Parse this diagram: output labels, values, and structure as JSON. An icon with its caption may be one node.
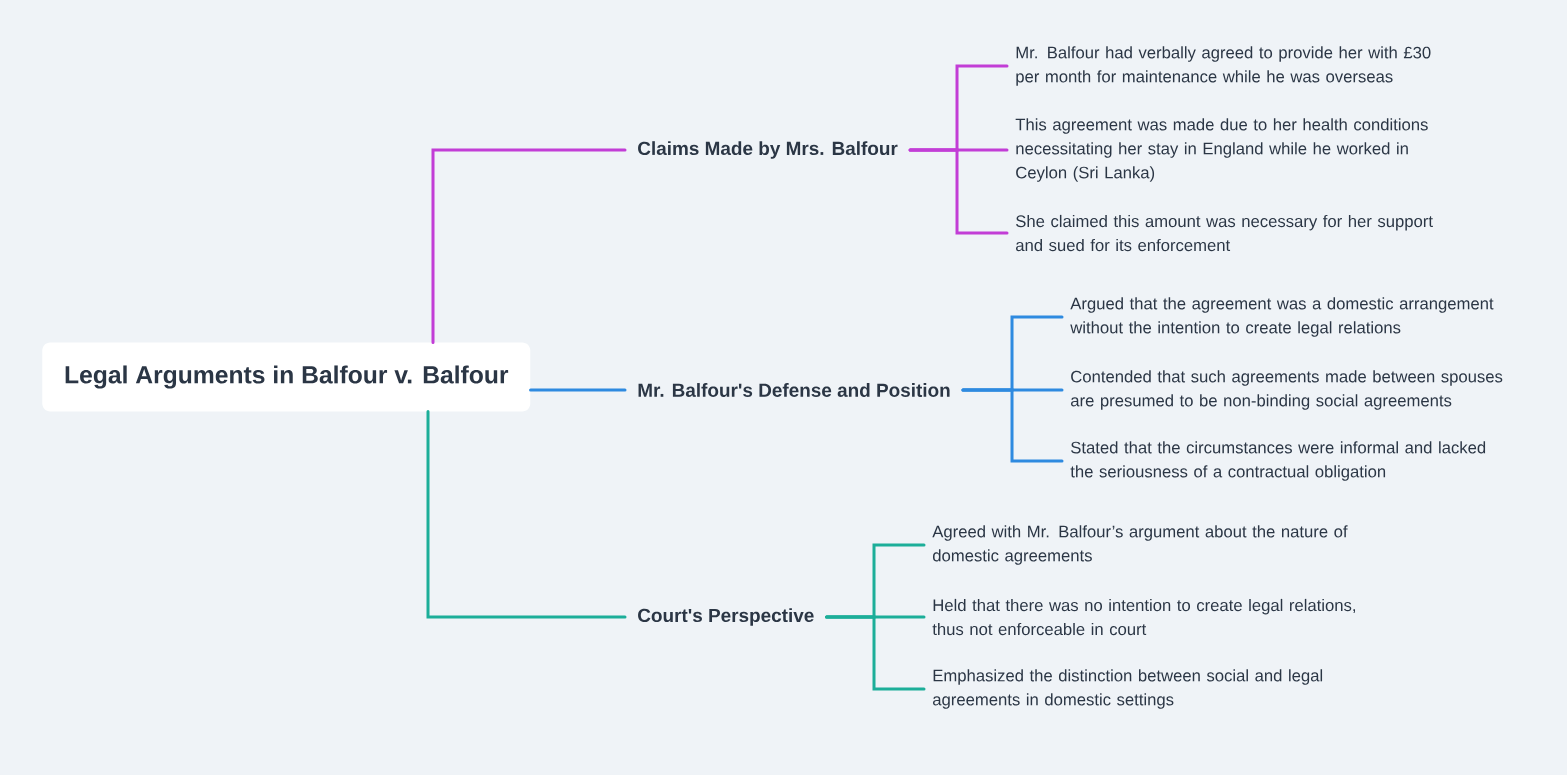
{
  "diagram": {
    "nodes": [
      {
        "text": [
          "Legal Arguments in Balfour v. Balfour"
        ]
      },
      {
        "text": [
          "Claims Made by Mrs. Balfour"
        ]
      },
      {
        "text": [
          "Mr. Balfour had verbally agreed to provide her with £30 per month for maintenance while he was overseas"
        ]
      },
      {
        "text": [
          "This agreement was made due to her health conditions necessitating her stay in England while he worked in Ceylon (Sri Lanka)"
        ]
      },
      {
        "text": [
          "She claimed this amount was necessary for her support and sued for its enforcement"
        ]
      },
      {
        "text": [
          "Mr. Balfour's Defense and Position"
        ]
      },
      {
        "text": [
          "Argued that the agreement was a domestic arrangement without the intention to create legal relations"
        ]
      },
      {
        "text": [
          "Contended that such agreements made between spouses are presumed to be non-binding social agreements"
        ]
      },
      {
        "text": [
          "Stated that the circumstances were informal and lacked the seriousness of a contractual obligation"
        ]
      },
      {
        "text": [
          "Court's Perspective"
        ]
      },
      {
        "text": [
          "Agreed with Mr. Balfour’s argument about the nature of domestic agreements"
        ]
      },
      {
        "text": [
          "Held that there was no intention to create legal relations, thus not enforceable in court"
        ]
      },
      {
        "text": [
          "Emphasized the distinction between social and legal agreements in domestic settings"
        ]
      }
    ],
    "edges": [
      {
        "from": 0,
        "to": 1,
        "arrow": "none",
        "color": "#c23dd6"
      },
      {
        "from": 1,
        "to": 2,
        "arrow": "none",
        "color": "#c23dd6"
      },
      {
        "from": 1,
        "to": 3,
        "arrow": "none",
        "color": "#c23dd6"
      },
      {
        "from": 1,
        "to": 4,
        "arrow": "none",
        "color": "#c23dd6"
      },
      {
        "from": 0,
        "to": 5,
        "arrow": "none",
        "color": "#2e8ae0"
      },
      {
        "from": 5,
        "to": 6,
        "arrow": "none",
        "color": "#2e8ae0"
      },
      {
        "from": 5,
        "to": 7,
        "arrow": "none",
        "color": "#2e8ae0"
      },
      {
        "from": 5,
        "to": 8,
        "arrow": "none",
        "color": "#2e8ae0"
      },
      {
        "from": 0,
        "to": 9,
        "arrow": "none",
        "color": "#1cae99"
      },
      {
        "from": 9,
        "to": 10,
        "arrow": "none",
        "color": "#1cae99"
      },
      {
        "from": 9,
        "to": 11,
        "arrow": "none",
        "color": "#1cae99"
      },
      {
        "from": 9,
        "to": 12,
        "arrow": "none",
        "color": "#1cae99"
      }
    ]
  }
}
